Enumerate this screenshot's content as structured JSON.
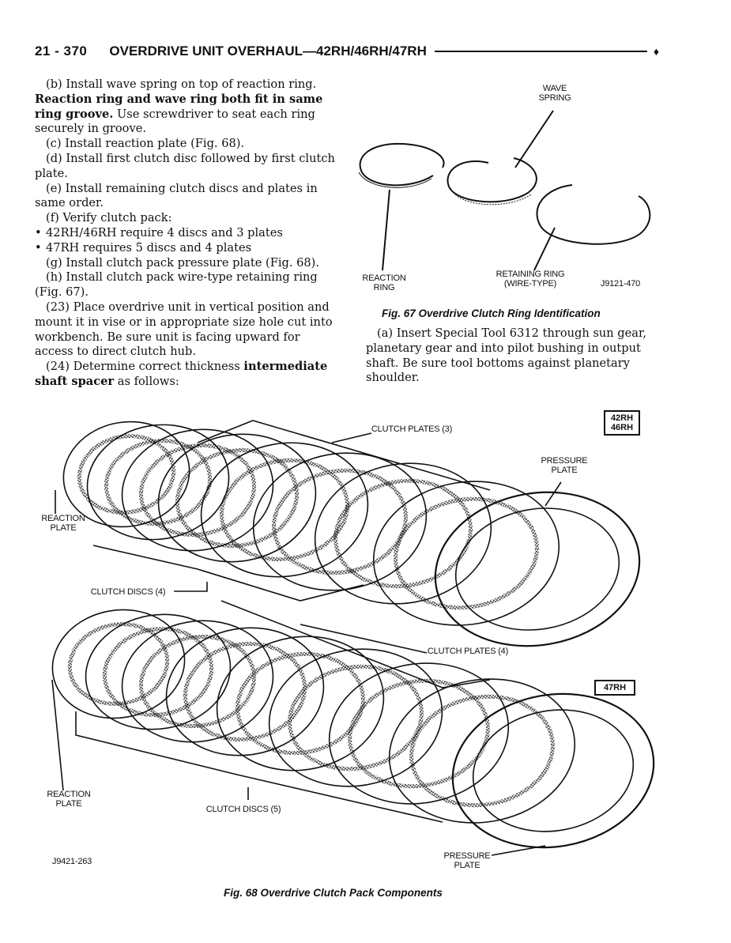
{
  "header": {
    "page_number": "21 - 370",
    "title": "OVERDRIVE UNIT OVERHAUL—42RH/46RH/47RH",
    "marker": "♦"
  },
  "left_column": {
    "p1_normal": "(b) Install wave spring on top of reaction ring. ",
    "p1_bold": "Reaction ring and wave ring both fit in same ring groove.",
    "p1_rest": " Use screwdriver to seat each ring securely in groove.",
    "p2": "(c) Install reaction plate (Fig. 68).",
    "p3": "(d) Install first clutch disc followed by first clutch plate.",
    "p4": "(e) Install remaining clutch discs and plates in same order.",
    "p5": "(f) Verify clutch pack:",
    "bullet1": "42RH/46RH require 4 discs and 3 plates",
    "bullet2": "47RH requires 5 discs and 4 plates",
    "p6": "(g) Install clutch pack pressure plate (Fig. 68).",
    "p7": "(h) Install clutch pack wire-type retaining ring (Fig. 67).",
    "p8": "(23) Place overdrive unit in vertical position and mount it in vise or in appropriate size hole cut into workbench. Be sure unit is facing upward for access to direct clutch hub.",
    "p9_normal": "(24) Determine correct thickness ",
    "p9_bold": "intermediate shaft spacer",
    "p9_rest": " as follows:"
  },
  "figure67": {
    "label_wave_spring": "WAVE SPRING",
    "label_reaction_ring": "REACTION RING",
    "label_retaining_ring": "RETAINING RING (WIRE-TYPE)",
    "code": "J9121-470",
    "caption": "Fig. 67 Overdrive Clutch Ring Identification"
  },
  "right_column": {
    "p1": "(a) Insert Special Tool 6312 through sun gear, planetary gear and into pilot bushing in output shaft. Be sure tool bottoms against planetary shoulder."
  },
  "figure68": {
    "top_label_clutch_plates": "CLUTCH PLATES (3)",
    "top_badge": "42RH 46RH",
    "top_label_pressure_plate": "PRESSURE PLATE",
    "top_label_reaction_plate": "REACTION PLATE",
    "top_label_clutch_discs": "CLUTCH DISCS (4)",
    "bottom_label_clutch_plates": "CLUTCH PLATES (4)",
    "bottom_badge": "47RH",
    "bottom_label_reaction_plate": "REACTION PLATE",
    "bottom_label_clutch_discs": "CLUTCH DISCS (5)",
    "bottom_label_pressure_plate": "PRESSURE PLATE",
    "code": "J9421-263",
    "caption": "Fig. 68 Overdrive Clutch Pack Components"
  }
}
